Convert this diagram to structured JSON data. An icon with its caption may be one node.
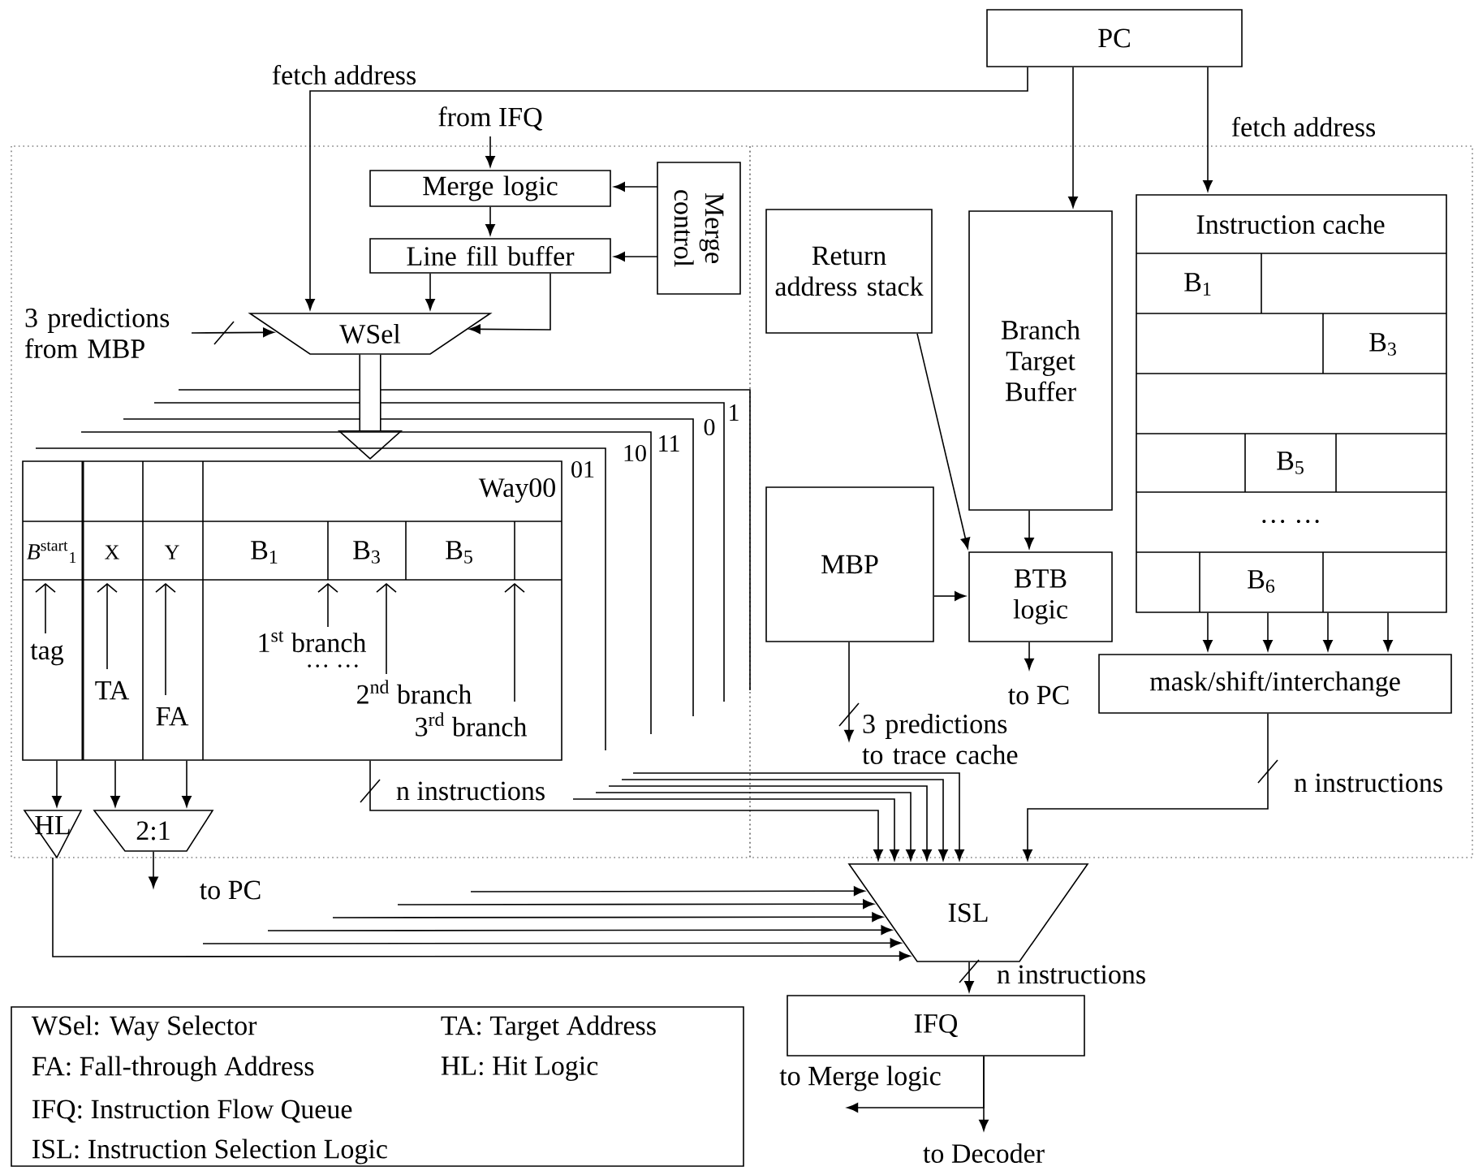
{
  "diagram": {
    "nodes": [
      {
        "text": [
          "PC"
        ]
      },
      {
        "text": [
          "Merge logic"
        ]
      },
      {
        "text": [
          "Line fill buffer"
        ]
      },
      {
        "text": [
          "Merge control"
        ]
      },
      {
        "text": [
          "WSel"
        ]
      },
      {
        "text": [
          "Way00",
          "*B*$^{start}$$_{1}$",
          "X",
          "Y",
          "B$_{1}$",
          "B$_{3}$",
          "B$_{5}$",
          "tag",
          "TA",
          "FA",
          "1$^{st}$ branch",
          "… …",
          "2$^{nd}$ branch",
          "3$^{rd}$ branch"
        ]
      },
      {
        "text": [
          "HL"
        ]
      },
      {
        "text": [
          "2:1"
        ]
      },
      {
        "text": [
          "Return address stack"
        ]
      },
      {
        "text": [
          "Branch Target Buffer"
        ]
      },
      {
        "text": [
          "Instruction cache",
          "B$_{1}$",
          "B$_{3}$",
          "B$_{5}$",
          "… …",
          "B$_{6}$"
        ]
      },
      {
        "text": [
          "MBP"
        ]
      },
      {
        "text": [
          "BTB logic"
        ]
      },
      {
        "text": [
          "mask/shift/interchange"
        ]
      },
      {
        "text": [
          "ISL"
        ]
      },
      {
        "text": [
          "IFQ"
        ]
      },
      {
        "text": [
          "WSel: Way Selector",
          "TA: Target Address",
          "FA: Fall-through Address",
          "HL: Hit Logic",
          "IFQ: Instruction Flow Queue",
          "ISL: Instruction Selection Logic"
        ]
      }
    ],
    "edges": [
      {
        "from": 0,
        "to": 4,
        "arrow": "to",
        "label": "fetch address"
      },
      {
        "from": 0,
        "to": 9,
        "arrow": "to"
      },
      {
        "from": 0,
        "to": 10,
        "arrow": "to",
        "label": "fetch address"
      },
      {
        "from": null,
        "to": 1,
        "arrow": "to",
        "label": "from IFQ"
      },
      {
        "from": 1,
        "to": 2,
        "arrow": "to"
      },
      {
        "from": 3,
        "to": 1,
        "arrow": "to"
      },
      {
        "from": 3,
        "to": 2,
        "arrow": "to"
      },
      {
        "from": 2,
        "to": 4,
        "arrow": "to"
      },
      {
        "from": 2,
        "to": 4,
        "arrow": "to"
      },
      {
        "from": null,
        "to": 4,
        "arrow": "to",
        "label": "3 predictions from MBP"
      },
      {
        "from": 4,
        "to": 5,
        "arrow": "to",
        "style": "thick"
      },
      {
        "from": 5,
        "to": 6,
        "arrow": "to"
      },
      {
        "from": 5,
        "to": 7,
        "arrow": "to"
      },
      {
        "from": 5,
        "to": 7,
        "arrow": "to"
      },
      {
        "from": 7,
        "to": null,
        "arrow": "to",
        "label": "to PC"
      },
      {
        "from": 6,
        "to": 14,
        "arrow": "to"
      },
      {
        "from": null,
        "to": 14,
        "arrow": "to"
      },
      {
        "from": null,
        "to": 14,
        "arrow": "to"
      },
      {
        "from": null,
        "to": 14,
        "arrow": "to"
      },
      {
        "from": null,
        "to": 14,
        "arrow": "to"
      },
      {
        "from": null,
        "to": 14,
        "arrow": "to"
      },
      {
        "from": 5,
        "to": 14,
        "arrow": "to",
        "label": "n instructions"
      },
      {
        "from": null,
        "to": 14,
        "arrow": "to"
      },
      {
        "from": null,
        "to": 14,
        "arrow": "to"
      },
      {
        "from": null,
        "to": 14,
        "arrow": "to"
      },
      {
        "from": null,
        "to": 14,
        "arrow": "to"
      },
      {
        "from": null,
        "to": 14,
        "arrow": "to"
      },
      {
        "from": 8,
        "to": 12,
        "arrow": "to"
      },
      {
        "from": 9,
        "to": 12,
        "arrow": "to"
      },
      {
        "from": 11,
        "to": 12,
        "arrow": "to"
      },
      {
        "from": 12,
        "to": null,
        "arrow": "to",
        "label": "to PC"
      },
      {
        "from": 11,
        "to": null,
        "arrow": "to",
        "label": "3 predictions to trace cache"
      },
      {
        "from": 10,
        "to": 13,
        "arrow": "to"
      },
      {
        "from": 10,
        "to": 13,
        "arrow": "to"
      },
      {
        "from": 10,
        "to": 13,
        "arrow": "to"
      },
      {
        "from": 10,
        "to": 13,
        "arrow": "to"
      },
      {
        "from": 13,
        "to": 14,
        "arrow": "to",
        "label": "n instructions"
      },
      {
        "from": 14,
        "to": 15,
        "arrow": "to",
        "label": "n instructions"
      },
      {
        "from": 15,
        "to": null,
        "arrow": "to",
        "label": "to Decoder"
      },
      {
        "from": 15,
        "to": null,
        "arrow": "to",
        "label": "to Merge logic"
      }
    ],
    "labels": [
      "01",
      "10",
      "11",
      "0",
      "1"
    ]
  }
}
